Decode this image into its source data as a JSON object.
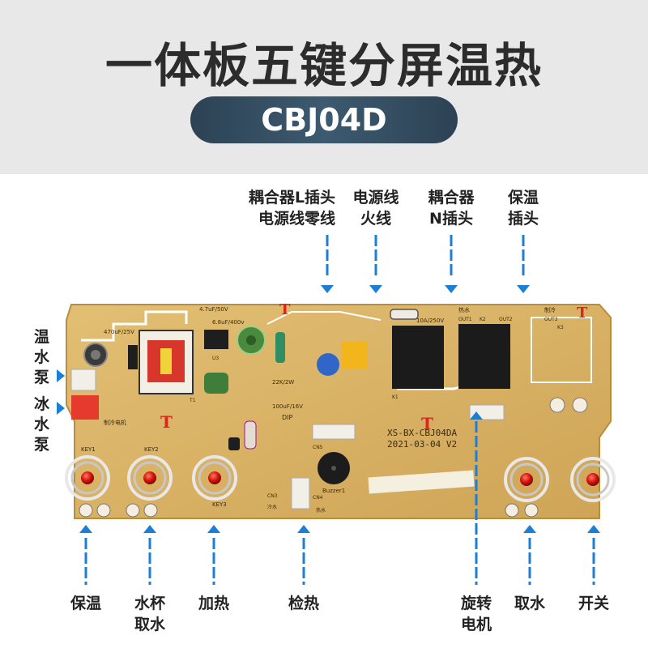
{
  "header": {
    "title": "一体板五键分屏温热",
    "model": "CBJ04D"
  },
  "colors": {
    "header_bg": "#e8e8e8",
    "pill_bg": "#344c60",
    "pointer": "#1b7fd6",
    "board": "#d9b266"
  },
  "top_labels": [
    {
      "line1": "耦合器L插头",
      "line2": "电源线零线"
    },
    {
      "line1": "电源线",
      "line2": "火线"
    },
    {
      "line1": "耦合器",
      "line2": "N插头"
    },
    {
      "line1": "保温",
      "line2": "插头"
    }
  ],
  "left_labels": [
    {
      "text": "温\n水\n泵"
    },
    {
      "text": "冰\n水\n泵"
    }
  ],
  "bottom_labels": [
    {
      "line1": "保温",
      "line2": ""
    },
    {
      "line1": "水杯",
      "line2": "取水"
    },
    {
      "line1": "加热",
      "line2": ""
    },
    {
      "line1": "检热",
      "line2": ""
    },
    {
      "line1": "旋转",
      "line2": "电机"
    },
    {
      "line1": "取水",
      "line2": ""
    },
    {
      "line1": "开关",
      "line2": ""
    }
  ],
  "board": {
    "model_text": "XS-BX-CBJ04DA",
    "date_text": "2021-03-04  V2",
    "key1": "KEY1",
    "key2": "KEY2",
    "key3": "KEY3",
    "buzzer": "Buzzer1",
    "dip": "DIP",
    "cap1": "100uF/16V",
    "cap2": "470uF/25V",
    "cap3": "4.7uF/50V",
    "cap4": "6.8uF/400v",
    "res1": "22K/2W",
    "fuse": "10A/250V",
    "relay_hot": "热水",
    "relay_cold": "制冷",
    "out1": "OUT1",
    "out2": "OUT2",
    "out3": "OUT3",
    "motor_text": "制冷电机",
    "cold_text": "冷水",
    "hot_text": "热水",
    "cn3": "CN3",
    "cn4": "CN4",
    "cn5": "CN5",
    "k1": "K1",
    "k2": "K2",
    "k3": "K3",
    "t1": "T1",
    "u3": "U3"
  }
}
